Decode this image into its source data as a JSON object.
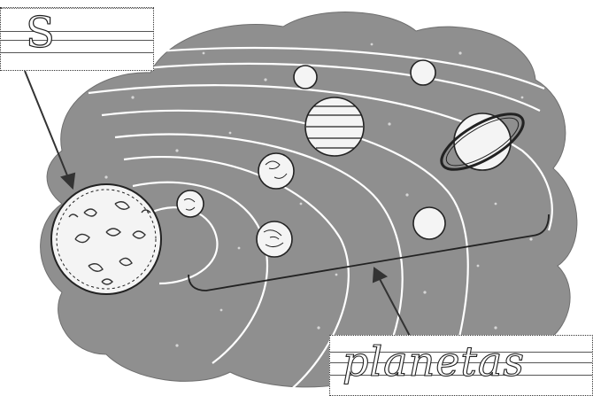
{
  "worksheet": {
    "letter_box": {
      "letter": "S"
    },
    "word_box": {
      "word": "planetas"
    },
    "illustration": {
      "subject": "solar-system",
      "colors": {
        "space": "#8f8f8f",
        "stars": "#cfcfcf",
        "ink": "#222222",
        "planet_fill": "#f4f4f4"
      }
    }
  }
}
